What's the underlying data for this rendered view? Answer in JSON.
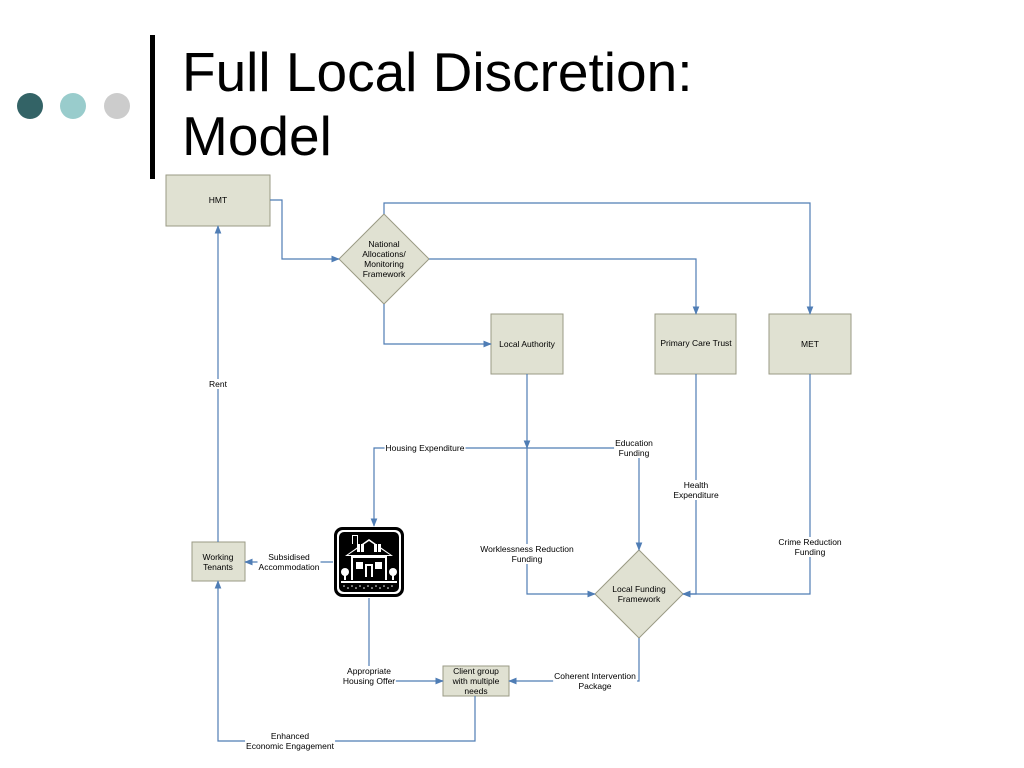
{
  "slide": {
    "title": "Full Local Discretion:\nModel",
    "bullet_colors": [
      "#336366",
      "#99CCCC",
      "#CCCCCC"
    ],
    "accent_bar_color": "#000000"
  },
  "diagram": {
    "node_fill": "#E0E1D2",
    "node_stroke": "#9A9A84",
    "edge_color": "#4F7DB5",
    "nodes": {
      "hmt": "HMT",
      "national": "National\nAllocations/\nMonitoring\nFramework",
      "local_authority": "Local Authority",
      "pct": "Primary Care Trust",
      "met": "MET",
      "local_funding": "Local Funding\nFramework",
      "working_tenants": "Working\nTenants",
      "client_group": "Client group\nwith multiple\nneeds",
      "house_icon": "house-icon"
    },
    "edge_labels": {
      "rent": "Rent",
      "housing_expenditure": "Housing Expenditure",
      "education_funding": "Education\nFunding",
      "health_expenditure": "Health\nExpenditure",
      "worklessness": "Worklessness Reduction\nFunding",
      "crime_reduction": "Crime Reduction\nFunding",
      "subsidised": "Subsidised\nAccommodation",
      "appropriate_housing": "Appropriate\nHousing Offer",
      "coherent_package": "Coherent Intervention\nPackage",
      "enhanced_engagement": "Enhanced\nEconomic Engagement"
    }
  }
}
